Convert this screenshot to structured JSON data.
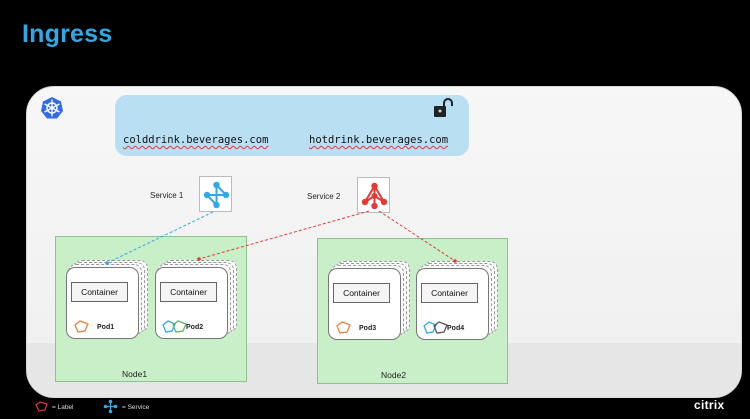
{
  "slide": {
    "title": "Ingress"
  },
  "ingress": {
    "hosts": [
      "colddrink.beverages.com",
      "hotdrink.beverages.com"
    ]
  },
  "services": [
    {
      "label": "Service 1",
      "color": "#2ea9e6"
    },
    {
      "label": "Service 2",
      "color": "#e53935"
    }
  ],
  "nodes": [
    {
      "label": "Node1",
      "pods": [
        "Pod1",
        "Pod2"
      ]
    },
    {
      "label": "Node2",
      "pods": [
        "Pod3",
        "Pod4"
      ]
    }
  ],
  "container_label": "Container",
  "legend": {
    "label_text": "= Label",
    "service_text": "= Service"
  },
  "brand": {
    "logo_text": "citrix"
  },
  "colors": {
    "title": "#2ea9e6",
    "ingress_box": "#b9dff3",
    "node_fill": "#c8efc8",
    "label_orange": "#e8823a",
    "label_blue": "#2ea9e6",
    "label_green": "#5cb85c"
  }
}
